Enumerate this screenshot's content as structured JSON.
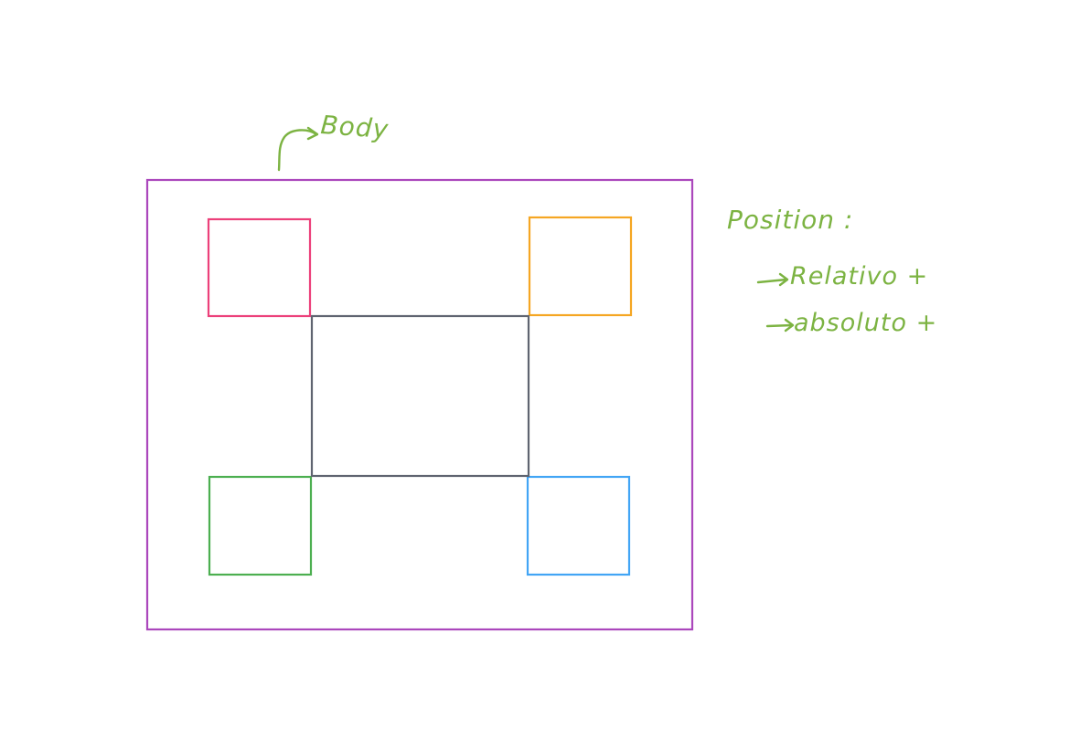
{
  "annotations": {
    "body_label": "Body",
    "position_title": "Position :",
    "relative_item": "Relativo +",
    "absolute_item": "absoluto +"
  },
  "colors": {
    "body_border": "#ab47bc",
    "center_box": "#5f6470",
    "top_left_box": "#ec407a",
    "top_right_box": "#f5a623",
    "bottom_left_box": "#4caf50",
    "bottom_right_box": "#42a5f5",
    "annotation": "#7cb342"
  }
}
